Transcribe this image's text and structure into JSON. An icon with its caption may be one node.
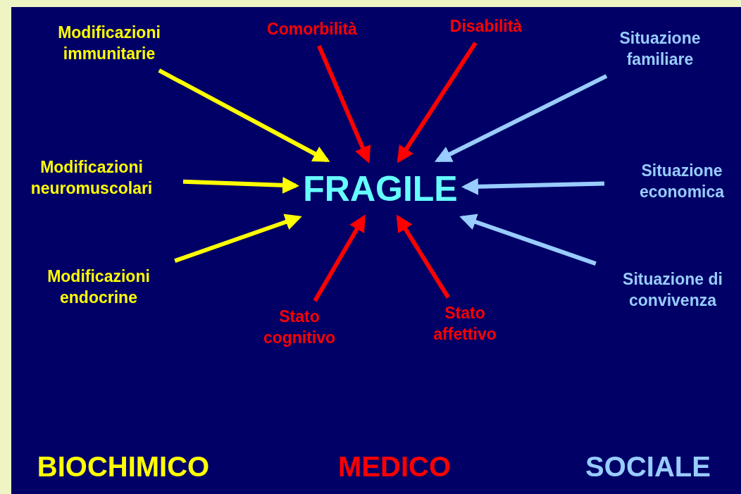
{
  "diagram": {
    "nodes": [
      {
        "text": [
          "Modificazioni immunitarie"
        ]
      },
      {
        "text": [
          "Comorbilità"
        ]
      },
      {
        "text": [
          "Disabilità"
        ]
      },
      {
        "text": [
          "Situazione familiare"
        ]
      },
      {
        "text": [
          "Modificazioni neuromuscolari"
        ]
      },
      {
        "text": [
          "FRAGILE"
        ]
      },
      {
        "text": [
          "Situazione economica"
        ]
      },
      {
        "text": [
          "Modificazioni endocrine"
        ]
      },
      {
        "text": [
          "Situazione di convivenza"
        ]
      },
      {
        "text": [
          "Stato cognitivo"
        ]
      },
      {
        "text": [
          "Stato affettivo"
        ]
      }
    ],
    "edges": [
      {
        "from": 0,
        "to": 5,
        "arrow": "to",
        "color": "#ffff00"
      },
      {
        "from": 1,
        "to": 5,
        "arrow": "to"
      },
      {
        "from": 2,
        "to": 5,
        "arrow": "to"
      },
      {
        "from": 3,
        "to": 5,
        "arrow": "to",
        "color": "#99ccff"
      },
      {
        "from": 4,
        "to": 5,
        "arrow": "to",
        "color": "#ffff00"
      },
      {
        "from": 6,
        "to": 5,
        "arrow": "to",
        "color": "#99ccff"
      },
      {
        "from": 7,
        "to": 5,
        "arrow": "to",
        "color": "#ffff00"
      },
      {
        "from": 8,
        "to": 5,
        "arrow": "to",
        "color": "#99ccff"
      },
      {
        "from": 9,
        "to": 5,
        "arrow": "to"
      },
      {
        "from": 10,
        "to": 5,
        "arrow": "to"
      }
    ],
    "labels": [
      "BIOCHIMICO",
      "MEDICO",
      "SOCIALE"
    ]
  }
}
